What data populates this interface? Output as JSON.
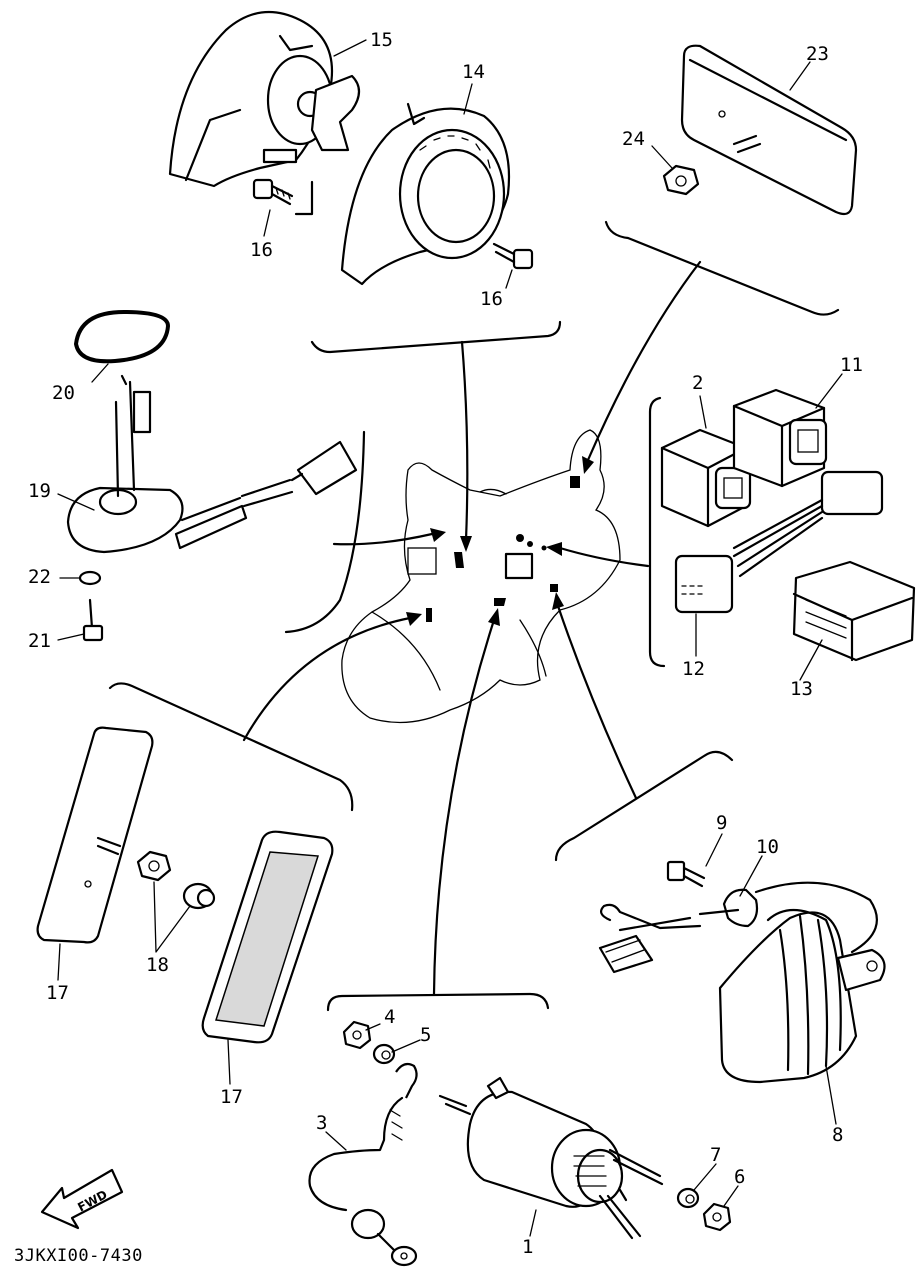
{
  "diagram": {
    "code": "3JKXI00-7430",
    "fwd_label": "FWD",
    "callouts": {
      "c1": "1",
      "c2": "2",
      "c3": "3",
      "c4": "4",
      "c5": "5",
      "c6": "6",
      "c7": "7",
      "c8": "8",
      "c9": "9",
      "c10": "10",
      "c11": "11",
      "c12": "12",
      "c13": "13",
      "c14": "14",
      "c15": "15",
      "c16a": "16",
      "c16b": "16",
      "c17a": "17",
      "c17b": "17",
      "c18": "18",
      "c19": "19",
      "c20": "20",
      "c21": "21",
      "c22": "22",
      "c23": "23",
      "c24": "24"
    }
  }
}
